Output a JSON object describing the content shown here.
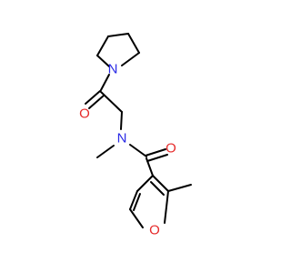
{
  "molecule": {
    "colors": {
      "bond": "#000000",
      "nitrogen": "#2a2ae6",
      "oxygen": "#e62a2a"
    },
    "atoms": {
      "n_pyrrolidine": "N",
      "o_amide_top": "O",
      "n_amide": "N",
      "o_amide_right": "O",
      "o_furan": "O"
    }
  }
}
